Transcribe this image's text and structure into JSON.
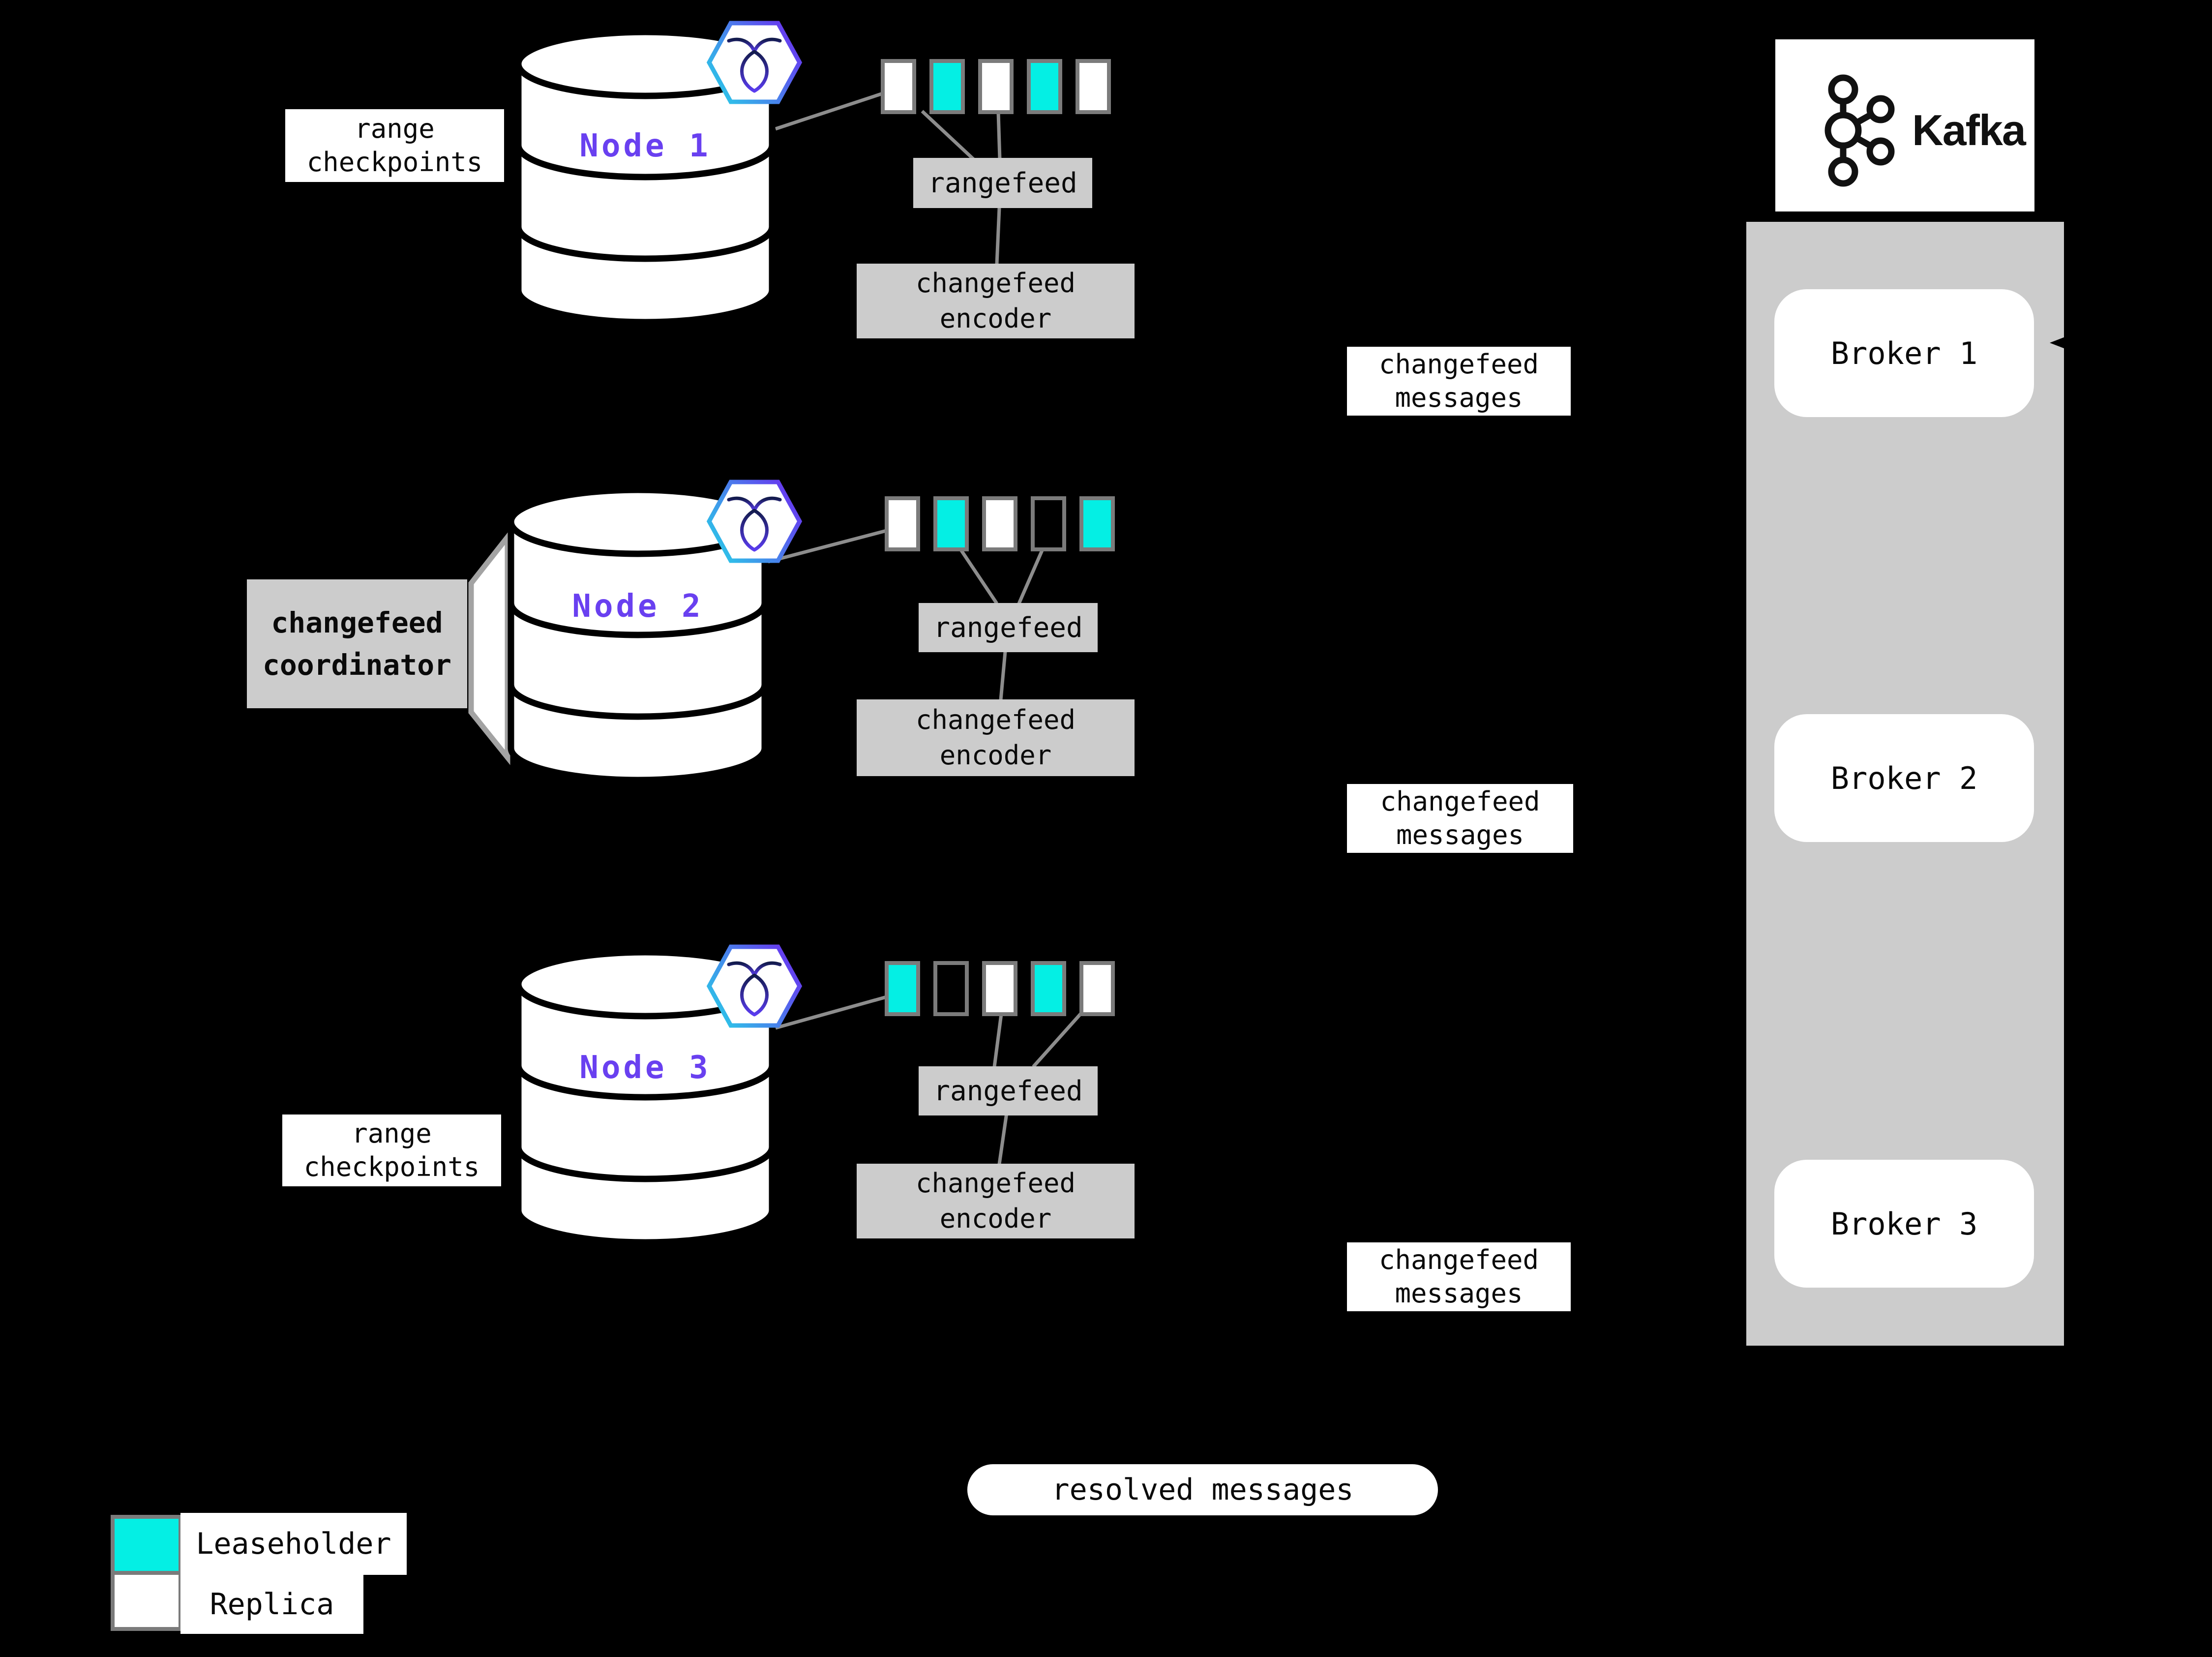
{
  "colors": {
    "leaseholder": "#04efe4",
    "replica": "#ffffff",
    "empty": "none",
    "node_label": "#6940f0",
    "box_gray": "#cccccc",
    "hex_gradient_start": "#2bc8e8",
    "hex_gradient_end": "#6933f0"
  },
  "nodes": [
    {
      "label": "Node 1",
      "replicas": [
        "replica",
        "leaseholder",
        "replica",
        "leaseholder",
        "replica"
      ],
      "rangefeed_label": "rangefeed",
      "encoder_line1": "changefeed",
      "encoder_line2": "encoder"
    },
    {
      "label": "Node 2",
      "replicas": [
        "replica",
        "leaseholder",
        "replica",
        "empty",
        "leaseholder"
      ],
      "rangefeed_label": "rangefeed",
      "encoder_line1": "changefeed",
      "encoder_line2": "encoder"
    },
    {
      "label": "Node 3",
      "replicas": [
        "leaseholder",
        "empty",
        "replica",
        "leaseholder",
        "replica"
      ],
      "rangefeed_label": "rangefeed",
      "encoder_line1": "changefeed",
      "encoder_line2": "encoder"
    }
  ],
  "labels": {
    "range_checkpoints_line1": "range",
    "range_checkpoints_line2": "checkpoints",
    "coordinator_line1": "changefeed",
    "coordinator_line2": "coordinator",
    "changefeed_messages_line1": "changefeed",
    "changefeed_messages_line2": "messages",
    "resolved_messages": "resolved messages"
  },
  "kafka": {
    "wordmark": "Kafka",
    "brokers": [
      "Broker 1",
      "Broker 2",
      "Broker 3"
    ]
  },
  "legend": [
    {
      "swatch": "leaseholder",
      "label": "Leaseholder"
    },
    {
      "swatch": "replica",
      "label": "Replica"
    }
  ]
}
